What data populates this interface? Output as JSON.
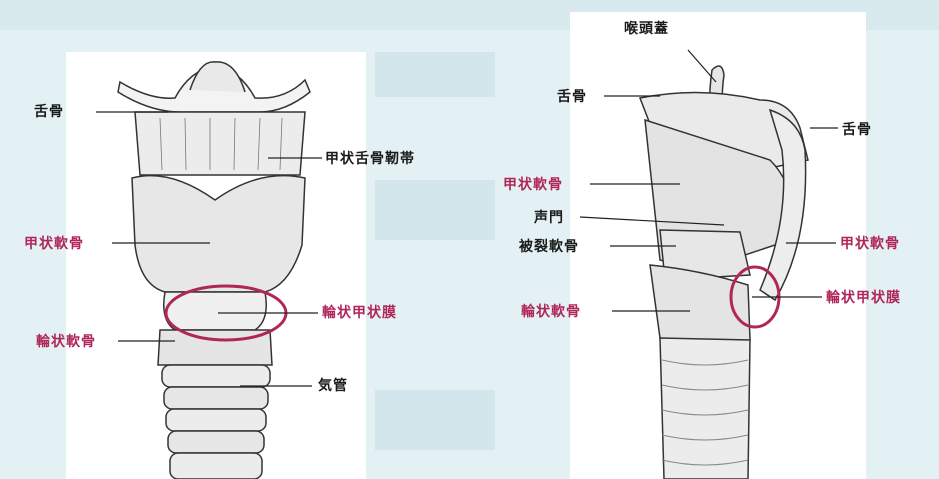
{
  "labels": {
    "left_hyoid": "舌骨",
    "left_thyrohyoid_lig": "甲状舌骨靭帯",
    "left_thyroid_cart": "甲状軟骨",
    "left_cricothyroid_mem": "輪状甲状膜",
    "left_cricoid_cart": "輪状軟骨",
    "left_trachea": "気管",
    "right_epiglottis": "喉頭蓋",
    "right_hyoid_top": "舌骨",
    "right_hyoid_side": "舌骨",
    "right_thyroid_cart_left": "甲状軟骨",
    "right_glottis": "声門",
    "right_arytenoid": "被裂軟骨",
    "right_thyroid_cart_right": "甲状軟骨",
    "right_cricoid_cart": "輪状軟骨",
    "right_cricothyroid_mem": "輪状甲状膜"
  },
  "colors": {
    "highlight": "#b0265a",
    "text": "#1a1a1a"
  }
}
